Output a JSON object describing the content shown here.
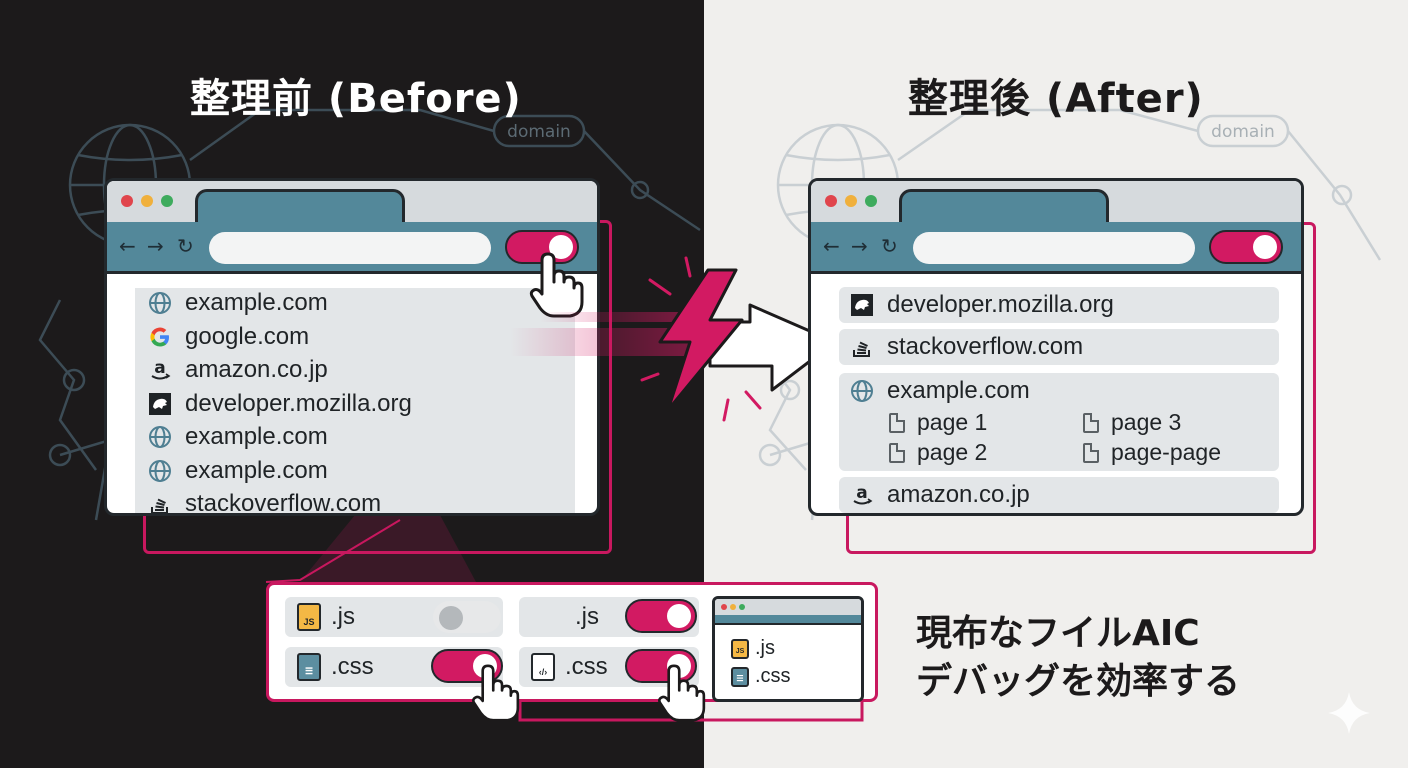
{
  "titles": {
    "before": "整理前 (Before)",
    "after": "整理後 (After)"
  },
  "network": {
    "domain_label_left": "domain",
    "domain_label_right": "domain"
  },
  "before_window": {
    "items": [
      {
        "icon": "globe-icon",
        "label": "example.com"
      },
      {
        "icon": "google-icon",
        "label": "google.com"
      },
      {
        "icon": "amazon-icon",
        "label": "amazon.co.jp"
      },
      {
        "icon": "mozilla-icon",
        "label": "developer.mozilla.org"
      },
      {
        "icon": "globe-icon",
        "label": "example.com"
      },
      {
        "icon": "globe-icon",
        "label": "example.com"
      },
      {
        "icon": "stackoverflow-icon",
        "label": "stackoverflow.com"
      }
    ]
  },
  "after_window": {
    "groups": [
      {
        "icon": "mozilla-icon",
        "label": "developer.mozilla.org"
      },
      {
        "icon": "stackoverflow-icon",
        "label": "stackoverflow.com"
      },
      {
        "icon": "globe-icon",
        "label": "example.com",
        "pages": [
          "page 1",
          "page 3",
          "page 2",
          "page-page"
        ]
      },
      {
        "icon": "amazon-icon",
        "label": "amazon.co.jp"
      }
    ]
  },
  "file_panel": {
    "js_label": ".js",
    "css_label": ".css",
    "js_label_2": ".js",
    "css_label_2": ".css",
    "js_icon_text": "JS",
    "mini_js": ".js",
    "mini_css": ".css"
  },
  "caption": {
    "line1": "現布なフイルAIC",
    "line2": "デバッグを効率する"
  },
  "colors": {
    "accent": "#d21a62",
    "toolbar": "#53889a",
    "dark_bg": "#1c1a1b",
    "light_bg": "#f0efed"
  }
}
